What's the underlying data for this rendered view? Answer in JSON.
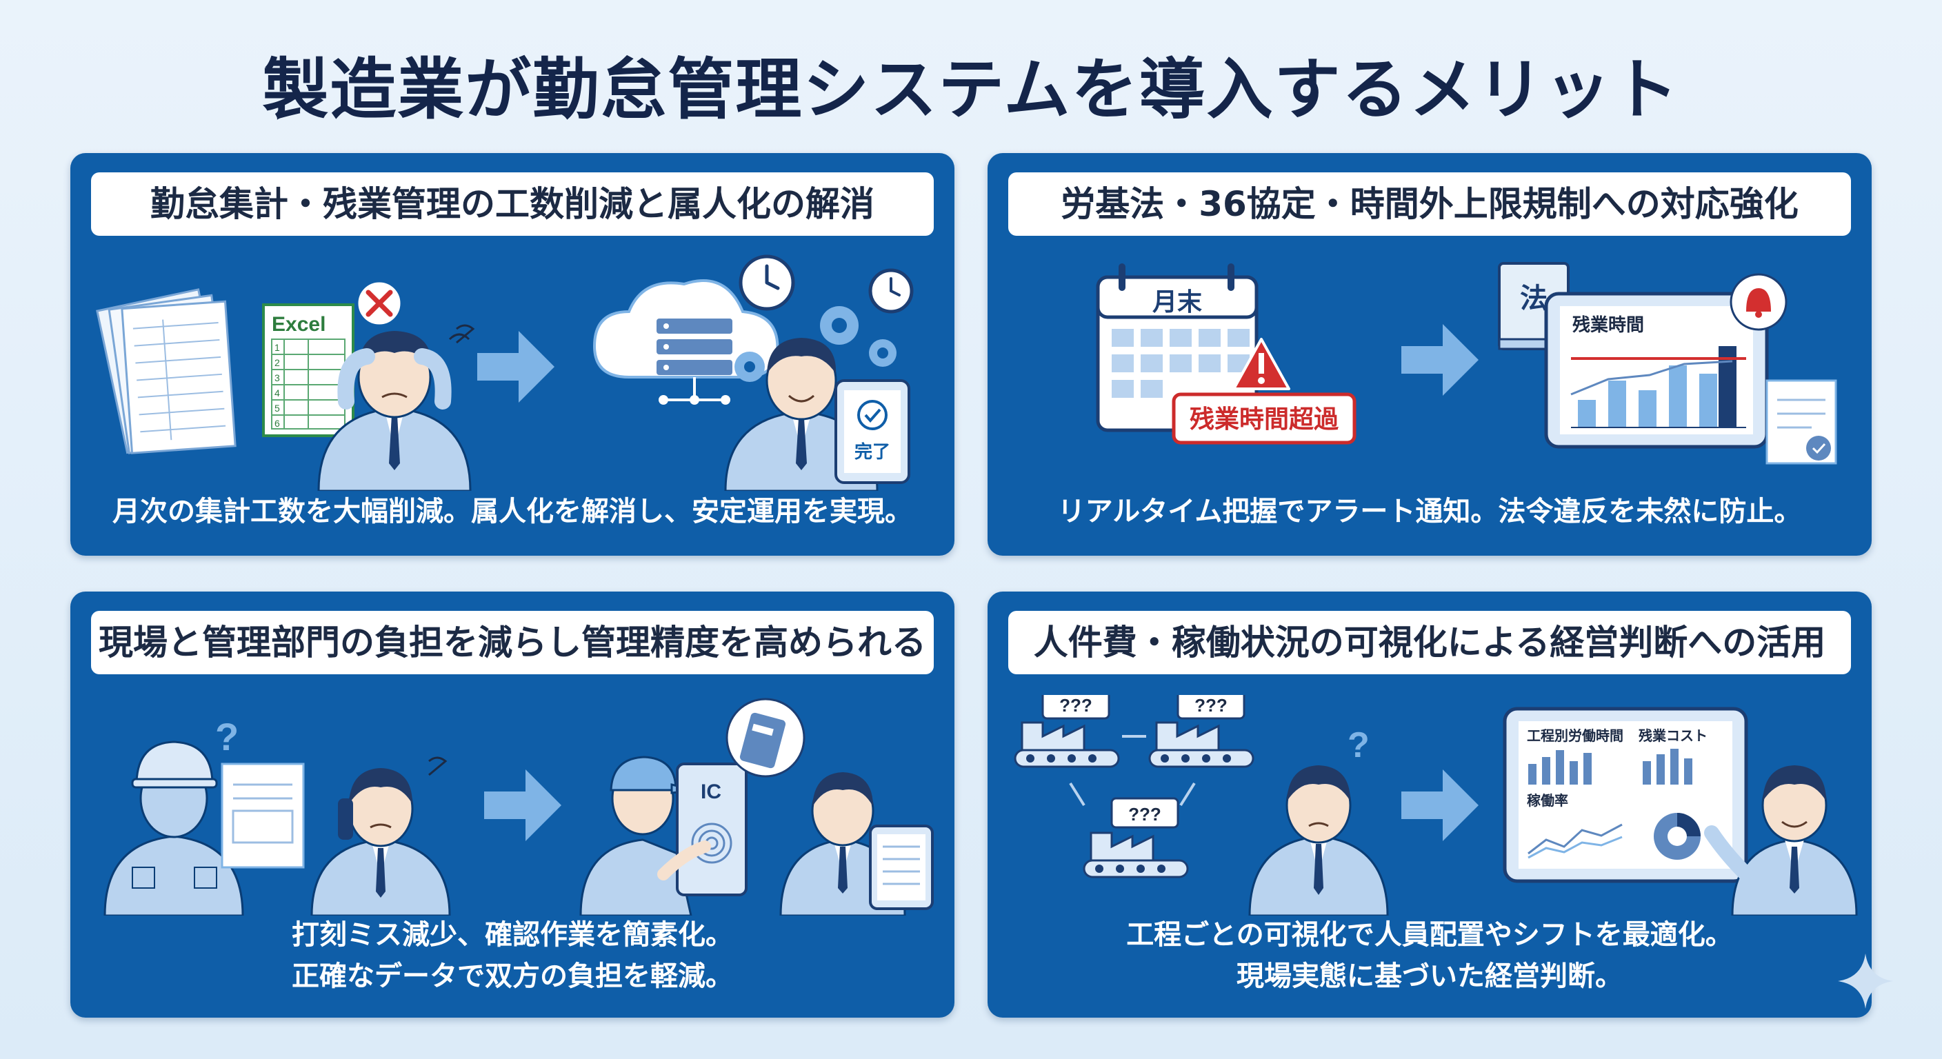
{
  "title": "製造業が勤怠管理システムを導入するメリット",
  "panels": [
    {
      "heading": "勤怠集計・残業管理の工数削減と属人化の解消",
      "caption": [
        "月次の集計工数を大幅削減。属人化を解消し、安定運用を実現。"
      ],
      "labels": {
        "excel": "Excel",
        "rows": [
          "1",
          "2",
          "3",
          "4",
          "5",
          "6"
        ],
        "done": "完了"
      }
    },
    {
      "heading": "労基法・36協定・時間外上限規制への対応強化",
      "caption": [
        "リアルタイム把握でアラート通知。法令違反を未然に防止。"
      ],
      "labels": {
        "calendar": "月末",
        "alert": "残業時間超過",
        "law": "法",
        "chart": "残業時間"
      }
    },
    {
      "heading": "現場と管理部門の負担を減らし管理精度を高められる",
      "caption": [
        "打刻ミス減少、確認作業を簡素化。",
        "正確なデータで双方の負担を軽減。"
      ],
      "labels": {
        "card": "IC"
      }
    },
    {
      "heading": "人件費・稼働状況の可視化による経営判断への活用",
      "caption": [
        "工程ごとの可視化で人員配置やシフトを最適化。",
        "現場実態に基づいた経営判断。"
      ],
      "labels": {
        "unknown": "???",
        "chart1": "工程別労働時間",
        "chart2": "残業コスト",
        "chart3": "稼働率"
      }
    }
  ],
  "icons": {
    "p1": [
      "paper-stack-icon",
      "excel-sheet-icon",
      "error-x-icon",
      "stressed-worker-icon",
      "arrow-right-icon",
      "cloud-server-icon",
      "clock-icon",
      "gear-icon",
      "happy-worker-icon",
      "tablet-done-icon"
    ],
    "p2": [
      "calendar-icon",
      "warning-icon",
      "law-book-icon",
      "tablet-chart-icon",
      "bell-icon",
      "certificate-icon",
      "arrow-right-icon"
    ],
    "p3": [
      "factory-worker-icon",
      "question-icon",
      "paper-form-icon",
      "phone-worker-icon",
      "arrow-right-icon",
      "ic-card-reader-icon",
      "card-hand-icon",
      "office-worker-tablet-icon"
    ],
    "p4": [
      "factory-icon",
      "question-bubble-icon",
      "confused-manager-icon",
      "arrow-right-icon",
      "dashboard-tablet-icon",
      "presenter-icon"
    ]
  },
  "colors": {
    "panel": "#0f5ea8",
    "heading_bg": "#ffffff",
    "accent_light": "#b9d3ef",
    "alert_red": "#cc2b2b",
    "page_bg": "#e4eff9"
  }
}
